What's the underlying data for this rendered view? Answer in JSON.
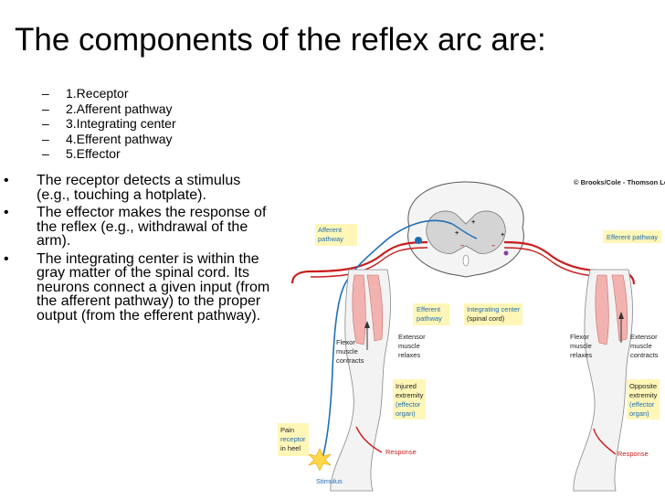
{
  "slide": {
    "title": "The components of the reflex arc are:",
    "components": [
      {
        "dash": "–",
        "text": "1.Receptor"
      },
      {
        "dash": "–",
        "text": "2.Afferent pathway"
      },
      {
        "dash": "–",
        "text": "3.Integrating center"
      },
      {
        "dash": "–",
        "text": "4.Efferent pathway"
      },
      {
        "dash": "–",
        "text": "5.Effector"
      }
    ],
    "bullets": [
      {
        "dot": "•",
        "text": "The receptor detects a stimulus (e.g., touching a hotplate)."
      },
      {
        "dot": "•",
        "text": "The effector makes the response of the reflex (e.g., withdrawal of the arm)."
      },
      {
        "dot": "•",
        "text": "The integrating center is within the gray matter of the spinal cord.  Its neurons connect a given input (from the afferent pathway) to the proper output (from the efferent pathway)."
      }
    ]
  },
  "figure": {
    "copyright": "© Brooks/Cole - Thomson Learning",
    "labels": {
      "afferent_pathway_1": "Afferent",
      "afferent_pathway_2": "pathway",
      "efferent_pathway_left_1": "Efferent",
      "efferent_pathway_left_2": "pathway",
      "integrating_center_1": "Integrating center",
      "integrating_center_2": "(spinal cord)",
      "efferent_pathway_right": "Efferent pathway",
      "flexor_left_1": "Flexor",
      "flexor_left_2": "muscle",
      "flexor_left_3": "contracts",
      "extensor_left_1": "Extensor",
      "extensor_left_2": "muscle",
      "extensor_left_3": "relaxes",
      "injured_1": "Injured",
      "injured_2": "extremity",
      "injured_3": "(effector",
      "injured_4": "organ)",
      "pain_1": "Pain",
      "pain_2": "receptor",
      "pain_3": "in heel",
      "stimulus": "Stimulus",
      "response_left": "Response",
      "flexor_right_1": "Flexor",
      "flexor_right_2": "muscle",
      "flexor_right_3": "relaxes",
      "extensor_right_1": "Extensor",
      "extensor_right_2": "muscle",
      "extensor_right_3": "contracts",
      "opposite_1": "Opposite",
      "opposite_2": "extremity",
      "opposite_3": "(effector",
      "opposite_4": "organ)",
      "response_right": "Response",
      "plus": "+",
      "minus": "–"
    },
    "colors": {
      "afferent": "#1f6fb4",
      "efferent": "#c81e1e",
      "label_box": "#fff6b8",
      "skin": "#f3f3f3",
      "muscle": "#f2b2b0",
      "cord_outline": "#555555"
    }
  }
}
